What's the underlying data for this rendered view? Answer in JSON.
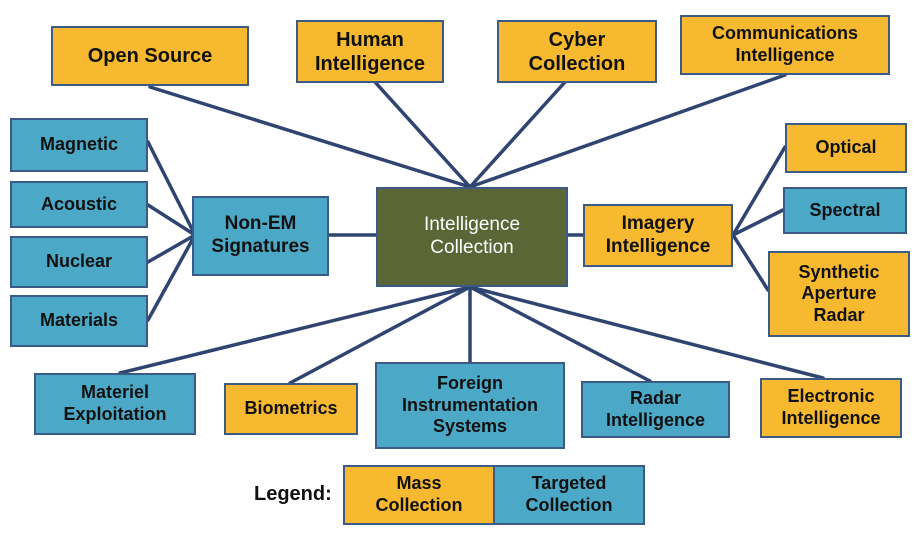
{
  "center": {
    "label": "Intelligence\nCollection",
    "color": "#5b6637"
  },
  "colors": {
    "mass": "#f6b92f",
    "targeted": "#4ba8c6",
    "line": "#2f4470",
    "border": "#3b5a86"
  },
  "top_nodes": [
    {
      "id": "open-source",
      "label": "Open Source",
      "kind": "mass"
    },
    {
      "id": "human-intelligence",
      "label": "Human\nIntelligence",
      "kind": "mass"
    },
    {
      "id": "cyber-collection",
      "label": "Cyber\nCollection",
      "kind": "mass"
    },
    {
      "id": "communications-intelligence",
      "label": "Communications\nIntelligence",
      "kind": "mass"
    }
  ],
  "non_em": {
    "hub": {
      "label": "Non-EM\nSignatures",
      "kind": "targeted"
    },
    "children": [
      {
        "id": "magnetic",
        "label": "Magnetic"
      },
      {
        "id": "acoustic",
        "label": "Acoustic"
      },
      {
        "id": "nuclear",
        "label": "Nuclear"
      },
      {
        "id": "materials",
        "label": "Materials"
      }
    ]
  },
  "imagery": {
    "hub": {
      "label": "Imagery\nIntelligence",
      "kind": "mass"
    },
    "children": [
      {
        "id": "optical",
        "label": "Optical",
        "kind": "mass"
      },
      {
        "id": "spectral",
        "label": "Spectral",
        "kind": "targeted"
      },
      {
        "id": "sar",
        "label": "Synthetic\nAperture\nRadar",
        "kind": "mass"
      }
    ]
  },
  "bottom_nodes": [
    {
      "id": "materiel-exploitation",
      "label": "Materiel\nExploitation",
      "kind": "targeted"
    },
    {
      "id": "biometrics",
      "label": "Biometrics",
      "kind": "mass"
    },
    {
      "id": "foreign-instrumentation",
      "label": "Foreign\nInstrumentation\nSystems",
      "kind": "targeted"
    },
    {
      "id": "radar-intelligence",
      "label": "Radar\nIntelligence",
      "kind": "targeted"
    },
    {
      "id": "electronic-intelligence",
      "label": "Electronic\nIntelligence",
      "kind": "mass"
    }
  ],
  "legend": {
    "title": "Legend:",
    "mass_label": "Mass\nCollection",
    "targeted_label": "Targeted\nCollection"
  }
}
